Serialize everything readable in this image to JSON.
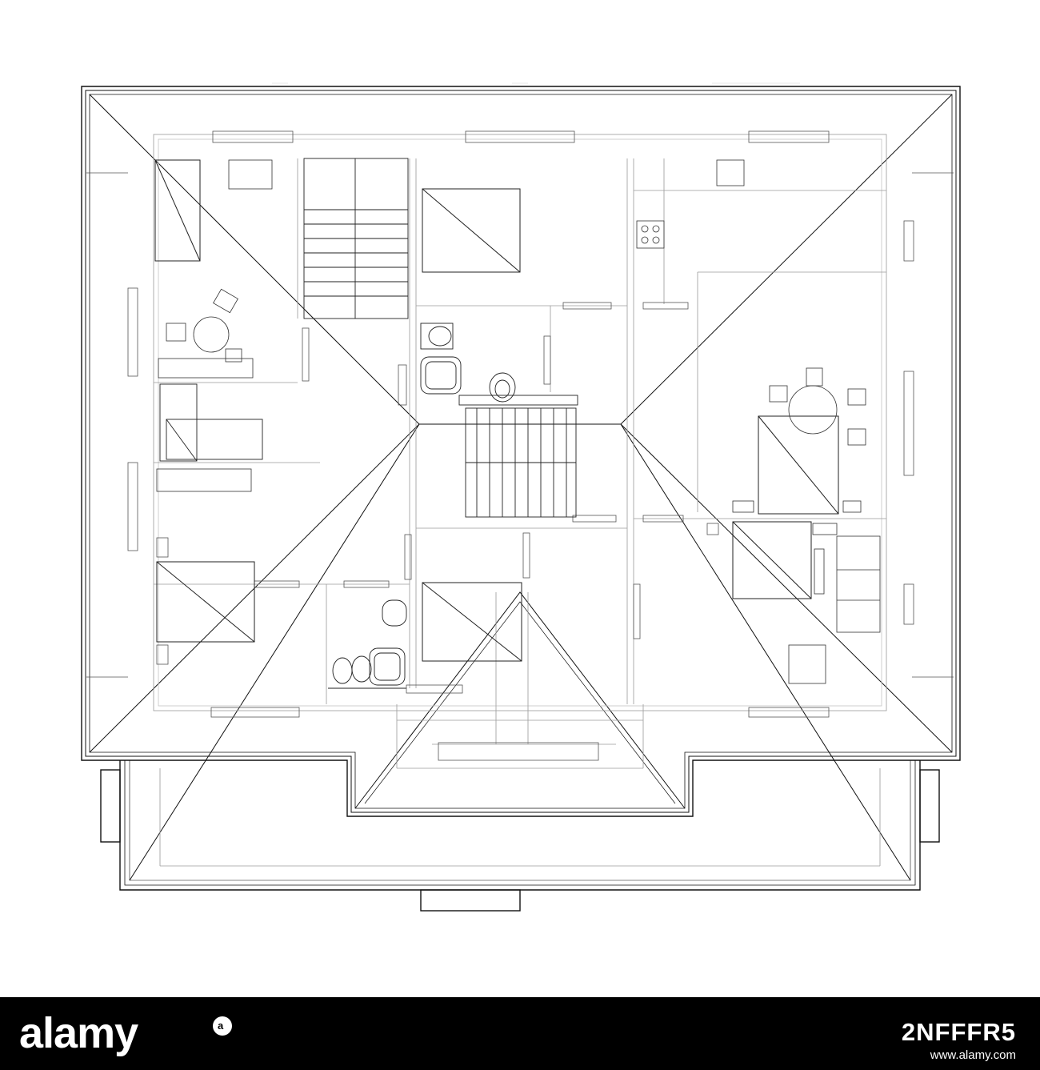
{
  "stock_footer": {
    "logo_text": "alamy",
    "image_id": "2NFFFR5",
    "site": "www.alamy.com"
  }
}
